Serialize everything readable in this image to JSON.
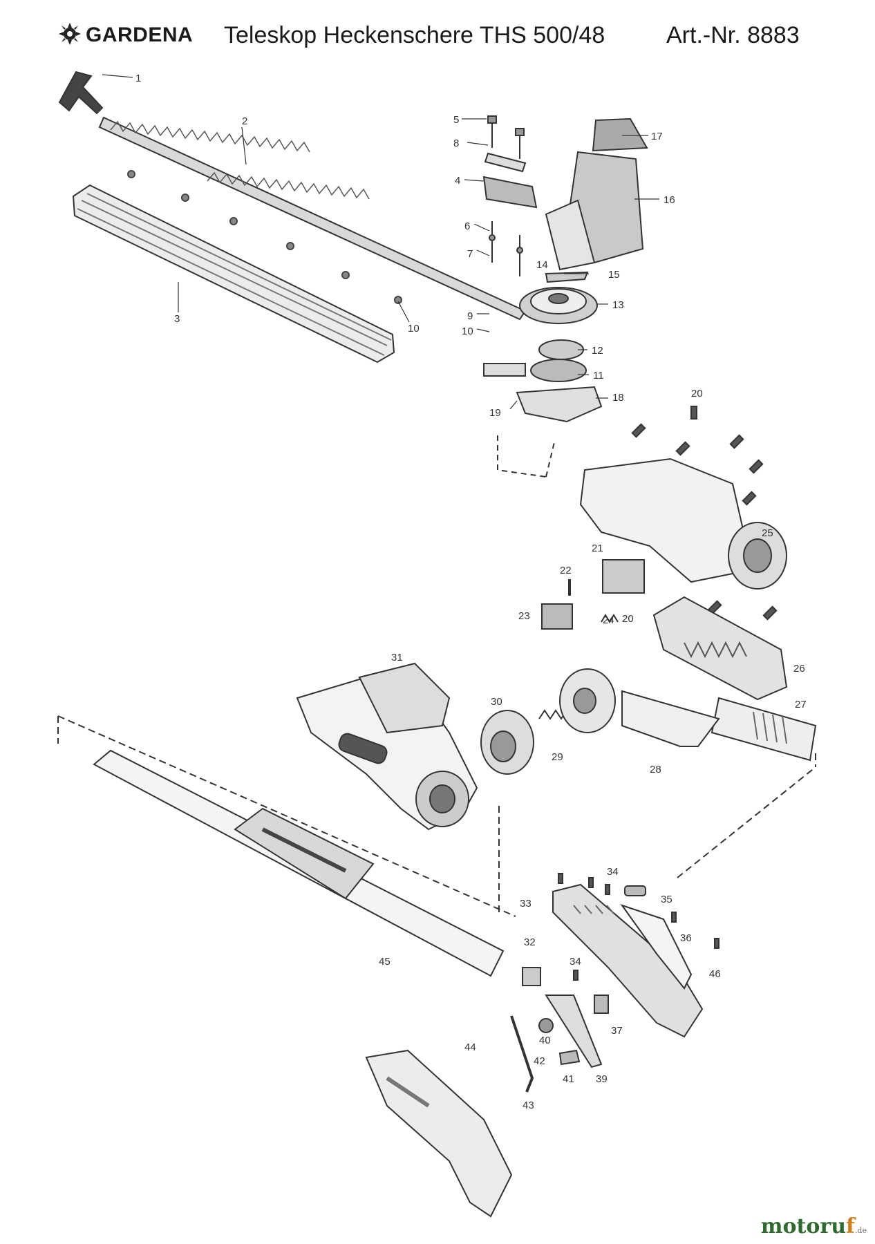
{
  "header": {
    "brand": "GARDENA",
    "title": "Teleskop Heckenschere THS 500/48",
    "art_nr": "Art.-Nr. 8883"
  },
  "footer": {
    "logo_main": "motoru",
    "logo_f": "f",
    "logo_tld": ".de"
  },
  "callouts": [
    "1",
    "2",
    "3",
    "4",
    "5",
    "6",
    "7",
    "8",
    "9",
    "10",
    "10",
    "11",
    "12",
    "13",
    "14",
    "15",
    "16",
    "17",
    "18",
    "19",
    "20",
    "20",
    "21",
    "22",
    "23",
    "24",
    "25",
    "26",
    "27",
    "28",
    "29",
    "30",
    "31",
    "32",
    "33",
    "34",
    "34",
    "35",
    "36",
    "37",
    "39",
    "40",
    "41",
    "42",
    "43",
    "44",
    "45",
    "46"
  ]
}
